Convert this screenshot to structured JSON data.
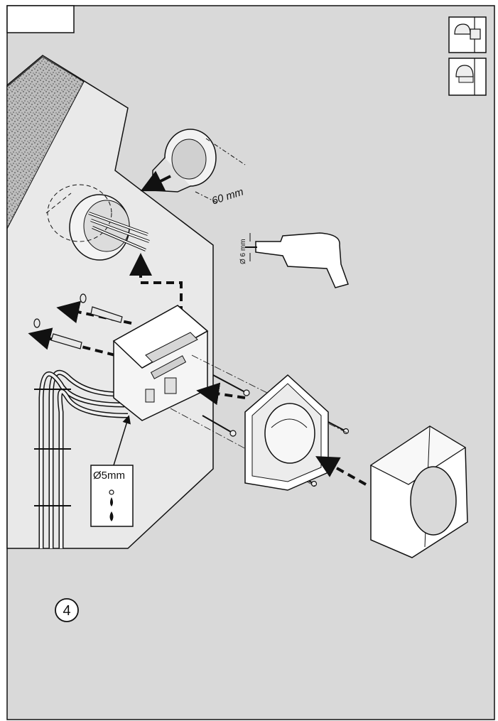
{
  "labels": {
    "box_depth": "60 mm",
    "drill_diameter": "Ø 6 mm",
    "hole_diameter": "Ø5mm",
    "step_number": "4"
  },
  "icons": {
    "top": "flush-mount-thermostat-icon",
    "bottom": "surface-mount-thermostat-icon"
  },
  "colors": {
    "background": "#d9d9d9",
    "wall": "#e8e8e8",
    "line": "#111111",
    "part": "#f4f4f4"
  }
}
